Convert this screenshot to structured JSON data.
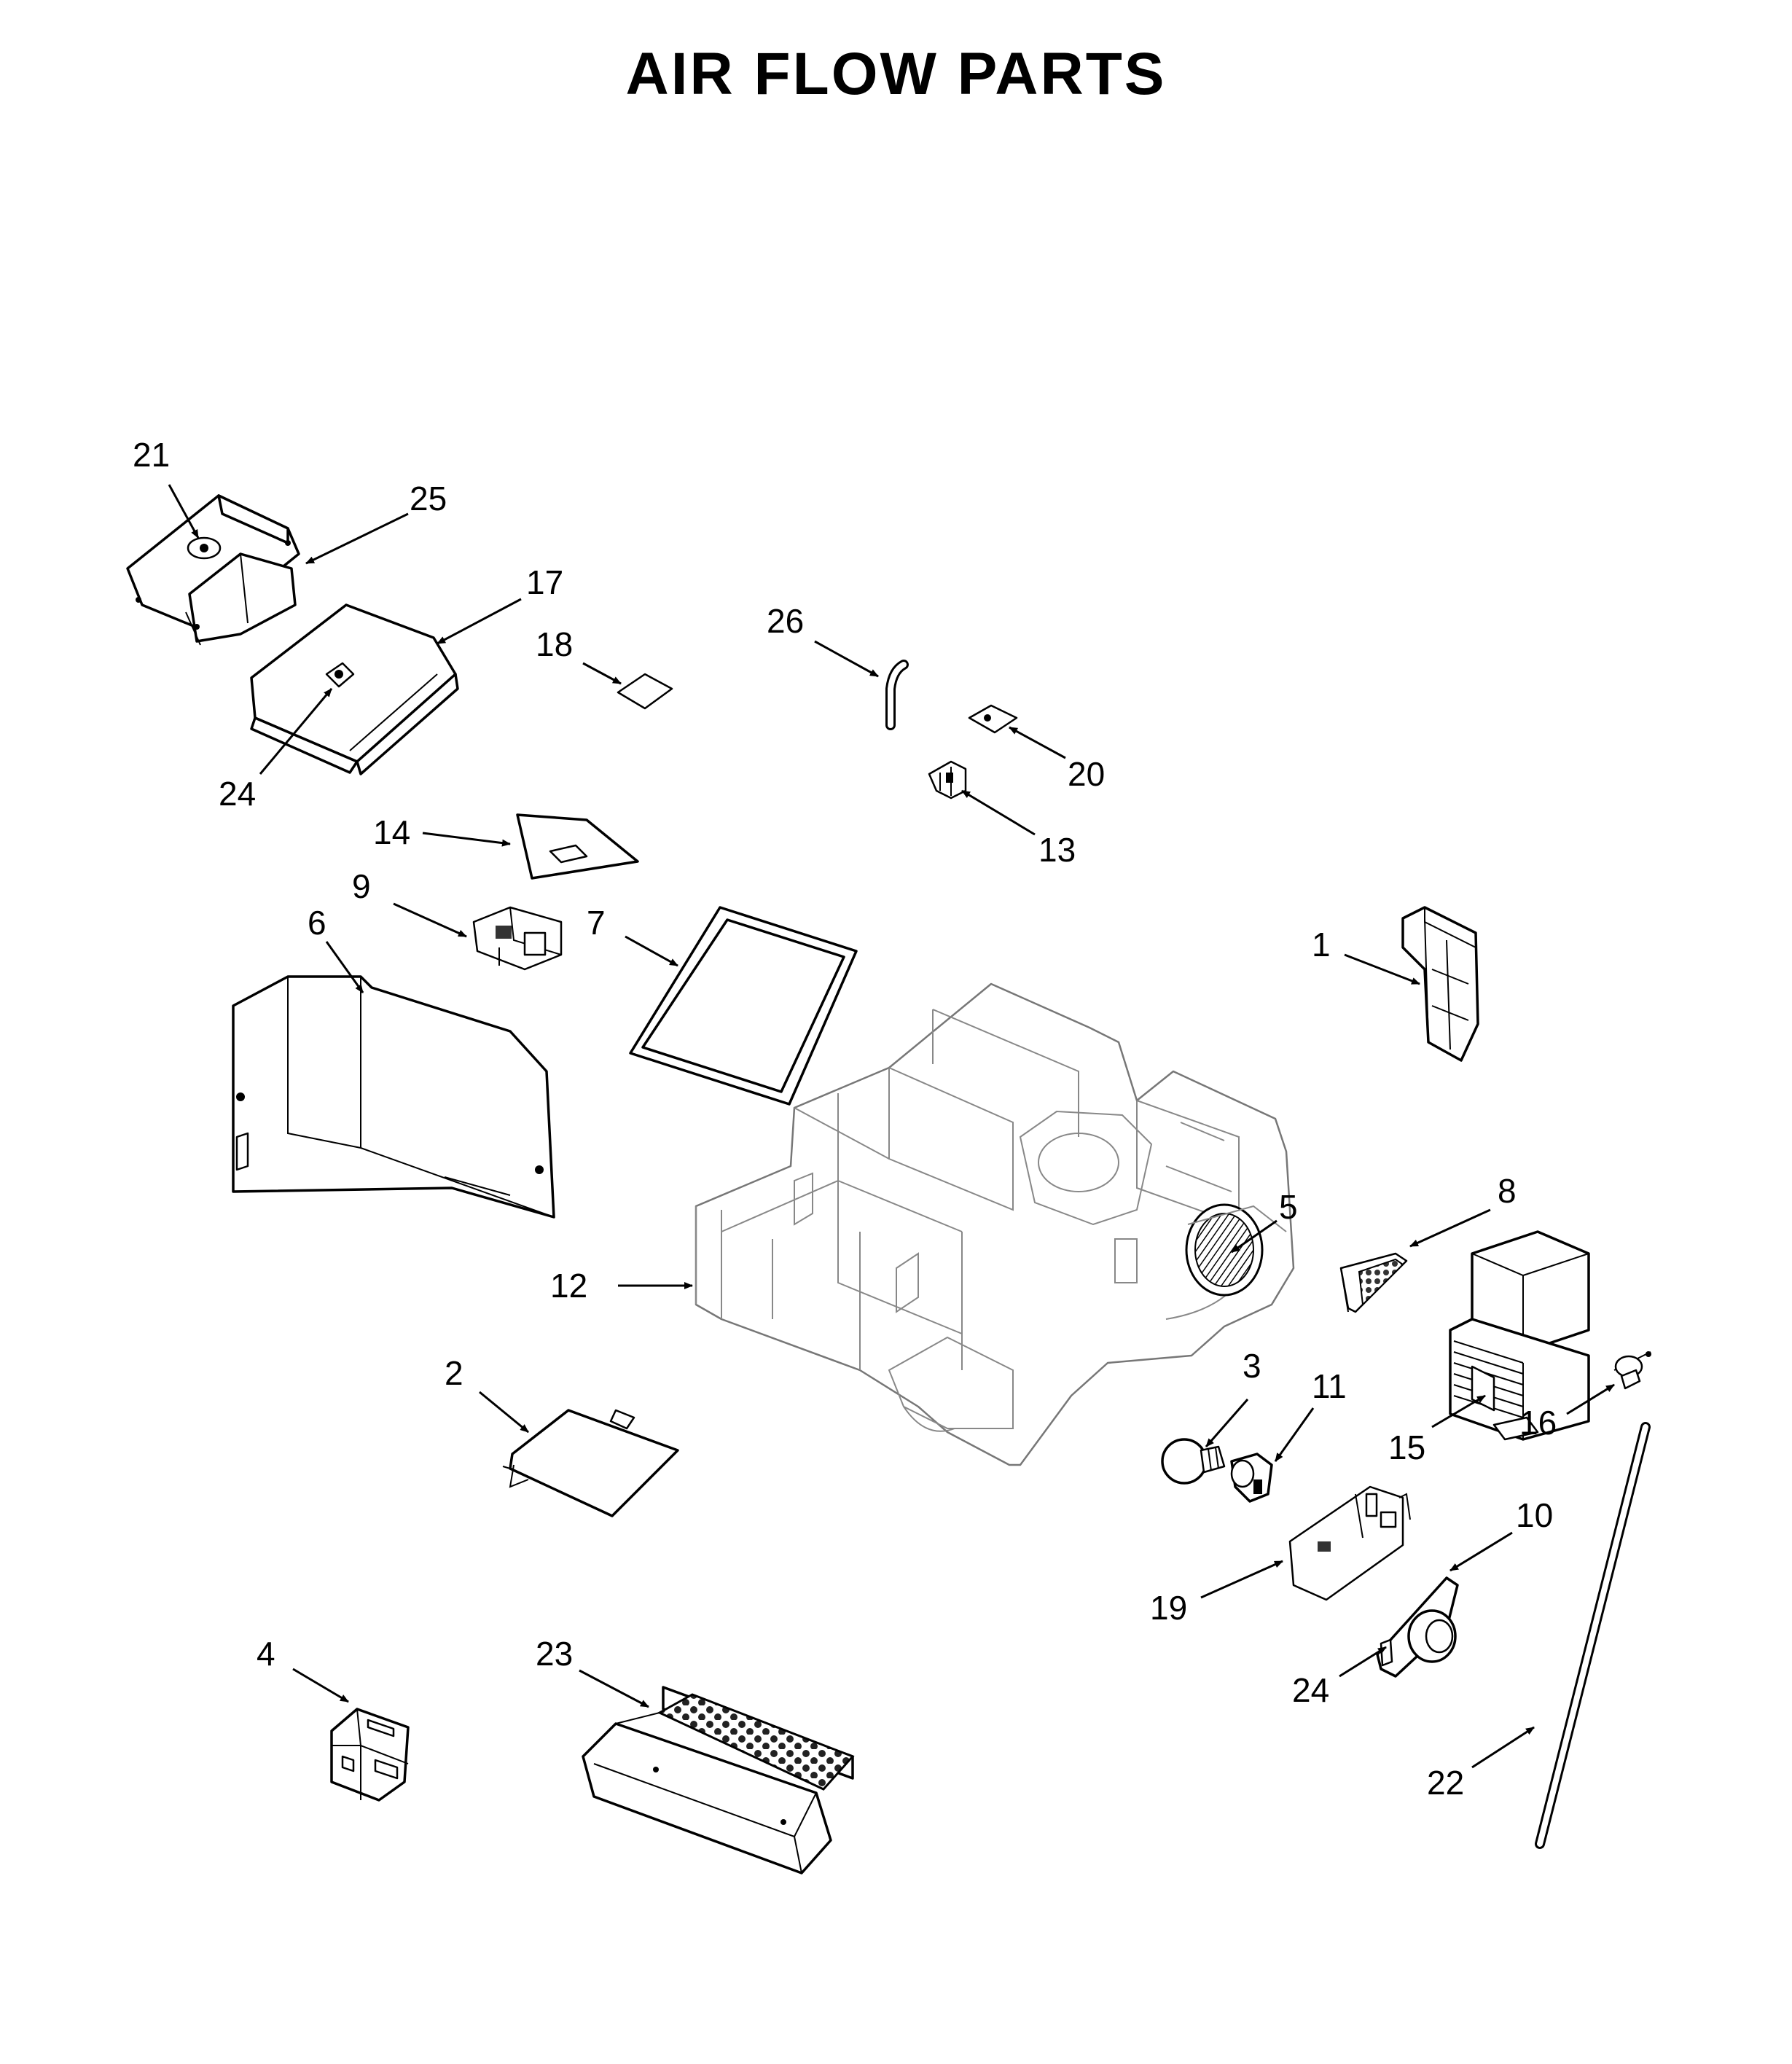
{
  "title": "AIR FLOW PARTS",
  "callouts": [
    {
      "id": "c21",
      "label": "21"
    },
    {
      "id": "c25",
      "label": "25"
    },
    {
      "id": "c17",
      "label": "17"
    },
    {
      "id": "c18",
      "label": "18"
    },
    {
      "id": "c24a",
      "label": "24"
    },
    {
      "id": "c26",
      "label": "26"
    },
    {
      "id": "c20",
      "label": "20"
    },
    {
      "id": "c13",
      "label": "13"
    },
    {
      "id": "c14",
      "label": "14"
    },
    {
      "id": "c9",
      "label": "9"
    },
    {
      "id": "c6",
      "label": "6"
    },
    {
      "id": "c7",
      "label": "7"
    },
    {
      "id": "c1",
      "label": "1"
    },
    {
      "id": "c5",
      "label": "5"
    },
    {
      "id": "c8",
      "label": "8"
    },
    {
      "id": "c12",
      "label": "12"
    },
    {
      "id": "c2",
      "label": "2"
    },
    {
      "id": "c3",
      "label": "3"
    },
    {
      "id": "c11",
      "label": "11"
    },
    {
      "id": "c15",
      "label": "15"
    },
    {
      "id": "c16",
      "label": "16"
    },
    {
      "id": "c10",
      "label": "10"
    },
    {
      "id": "c19",
      "label": "19"
    },
    {
      "id": "c24b",
      "label": "24"
    },
    {
      "id": "c4",
      "label": "4"
    },
    {
      "id": "c23",
      "label": "23"
    },
    {
      "id": "c22",
      "label": "22"
    }
  ]
}
